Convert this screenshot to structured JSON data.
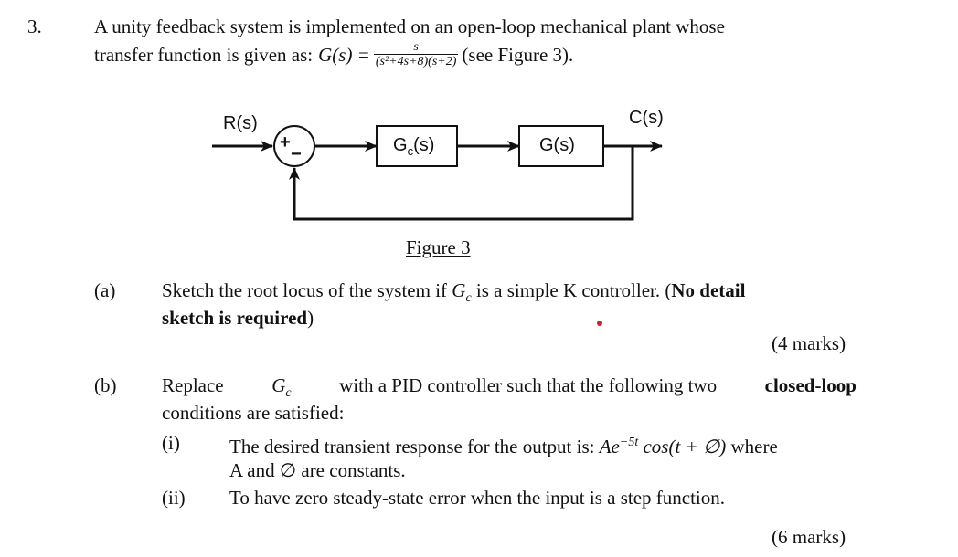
{
  "question": {
    "number": "3.",
    "intro_line1": "A unity feedback system is implemented on an open-loop mechanical plant whose",
    "intro_line2_prefix": "transfer function is given as:",
    "tf_lhs": "G(s) =",
    "tf_numerator": "s",
    "tf_denominator": "(s²+4s+8)(s+2)",
    "intro_line2_suffix": "(see Figure 3)."
  },
  "figure": {
    "input_label": "R(s)",
    "output_label": "C(s)",
    "sum_plus": "+",
    "sum_minus": "−",
    "controller_label": "G",
    "controller_sub": "c",
    "controller_arg": "(s)",
    "plant_label": "G(s)",
    "caption": "Figure 3"
  },
  "part_a": {
    "label": "(a)",
    "text_line1": "Sketch the root locus of the system if",
    "gc": "G",
    "gc_sub": "c",
    "text_line1_mid": "is a simple K controller. (",
    "bold1": "No detail",
    "bold2": "sketch is required",
    "close": ")",
    "marks": "(4 marks)"
  },
  "part_b": {
    "label": "(b)",
    "text_pre": "Replace",
    "gc": "G",
    "gc_sub": "c",
    "text_mid": "with a PID controller such that the following two",
    "bold": "closed-loop",
    "line2": "conditions are satisfied:",
    "sub_i_label": "(i)",
    "sub_i_text": "The desired transient response for the output is:",
    "sub_i_expr": "Ae",
    "sub_i_exp": "−5t",
    "sub_i_cos": "cos(t + ∅)",
    "sub_i_where": "where",
    "sub_i_line2": "A and ∅ are constants.",
    "sub_ii_label": "(ii)",
    "sub_ii_text": "To have zero steady-state error when the input is a step function.",
    "marks": "(6 marks)"
  },
  "colors": {
    "text": "#111111",
    "annotation_dot": "#d62020"
  }
}
